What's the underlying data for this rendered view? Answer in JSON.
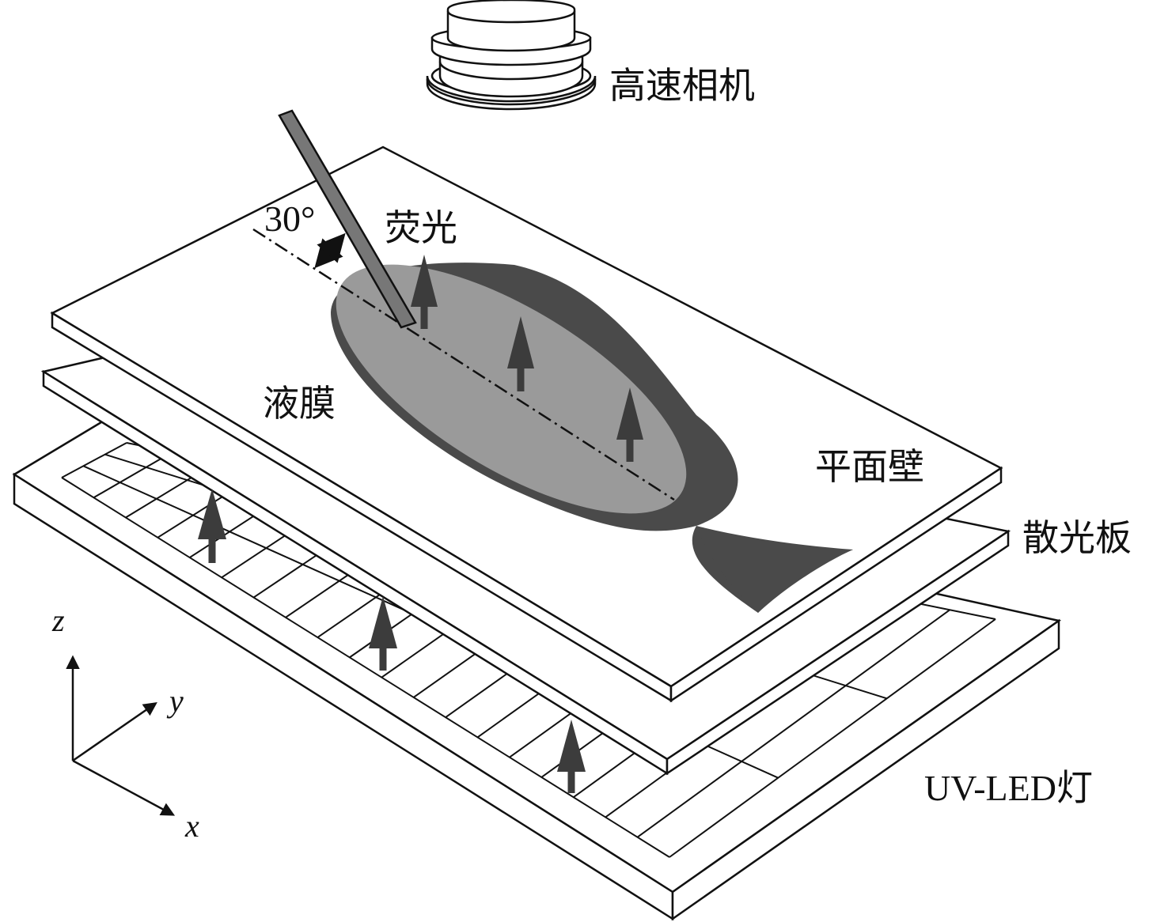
{
  "labels": {
    "camera": "高速相机",
    "fluorescence": "荧光",
    "angle": "30°",
    "liquid_film": "液膜",
    "flat_wall": "平面壁",
    "diffuser": "散光板",
    "uv_led": "UV-LED灯"
  },
  "axes": {
    "z": "z",
    "y": "y",
    "x": "x"
  },
  "colors": {
    "film_outer": "#4a4a4a",
    "film_inner": "#9a9a9a",
    "arrow": "#3c3c3c",
    "line": "#111111"
  }
}
